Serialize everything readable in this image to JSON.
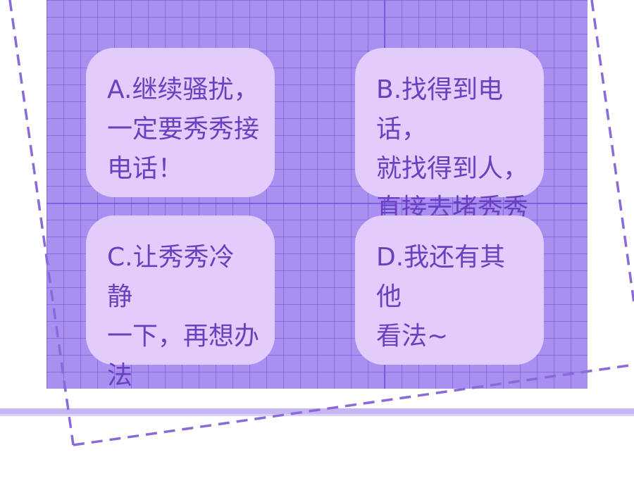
{
  "colors": {
    "grid_background": "#a88ff0",
    "grid_lines": "#6e50d2",
    "card_background": "#e2ccfb",
    "option_text": "#6a3fc0",
    "dashed_frame": "#8a6ad8",
    "stripe": "#c6b6f4"
  },
  "options": [
    {
      "text": "A.继续骚扰，\n一定要秀秀接\n电话！"
    },
    {
      "text": "B.找得到电话，\n就找得到人，\n直接去堵秀秀"
    },
    {
      "text": "C.让秀秀冷静\n一下，再想办\n法"
    },
    {
      "text": "D.我还有其他\n看法~"
    }
  ]
}
